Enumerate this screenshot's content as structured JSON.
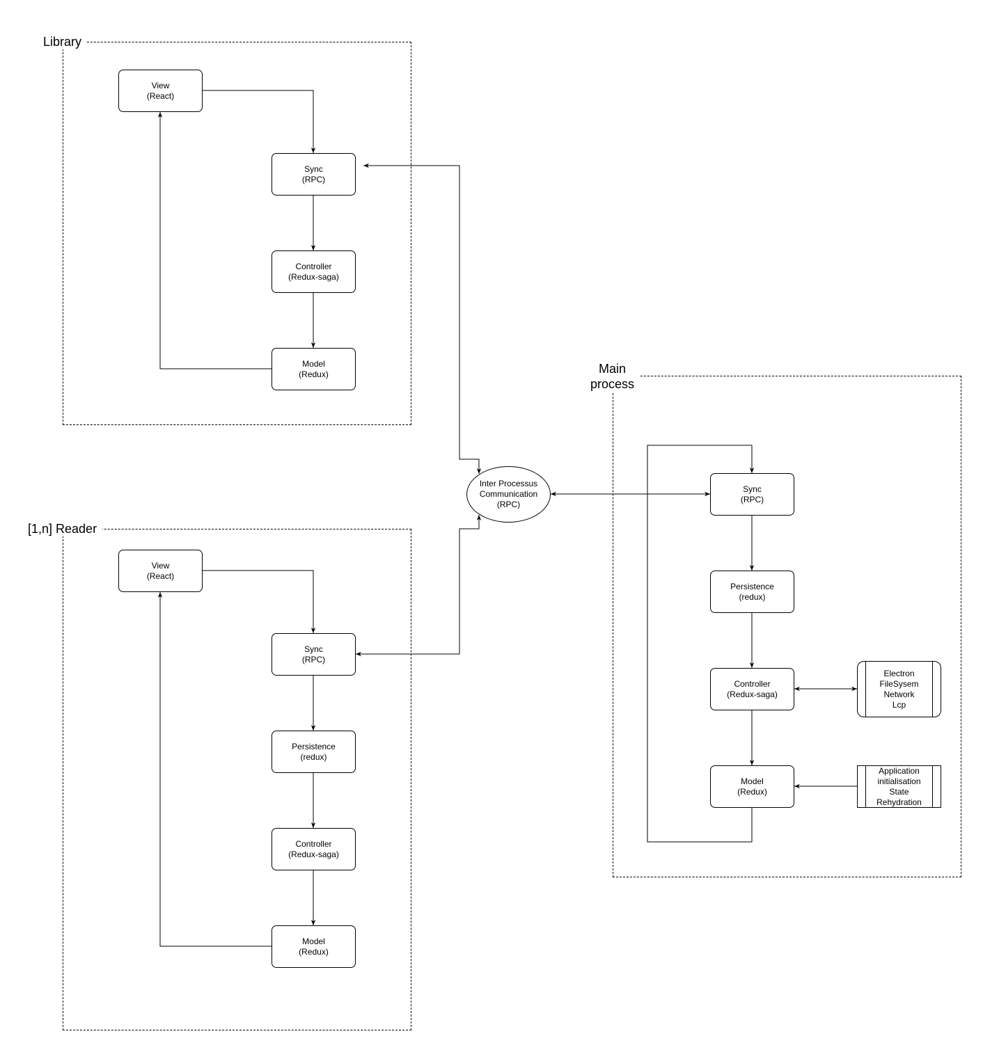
{
  "groups": {
    "library": {
      "title": "Library"
    },
    "reader": {
      "title": "[1,n] Reader"
    },
    "main": {
      "title": "Main\nprocess"
    }
  },
  "nodes": {
    "lib_view": "View\n(React)",
    "lib_sync": "Sync\n(RPC)",
    "lib_controller": "Controller\n(Redux-saga)",
    "lib_model": "Model\n(Redux)",
    "ipc": "Inter Processus\nCommunication\n(RPC)",
    "rd_view": "View\n(React)",
    "rd_sync": "Sync\n(RPC)",
    "rd_persistence": "Persistence\n(redux)",
    "rd_controller": "Controller\n(Redux-saga)",
    "rd_model": "Model\n(Redux)",
    "mp_sync": "Sync\n(RPC)",
    "mp_persistence": "Persistence\n(redux)",
    "mp_controller": "Controller\n(Redux-saga)",
    "mp_model": "Model\n(Redux)",
    "mp_electron": "Electron\nFileSysem\nNetwork\nLcp",
    "mp_init": "Application\ninitialisation\nState\nRehydration"
  }
}
